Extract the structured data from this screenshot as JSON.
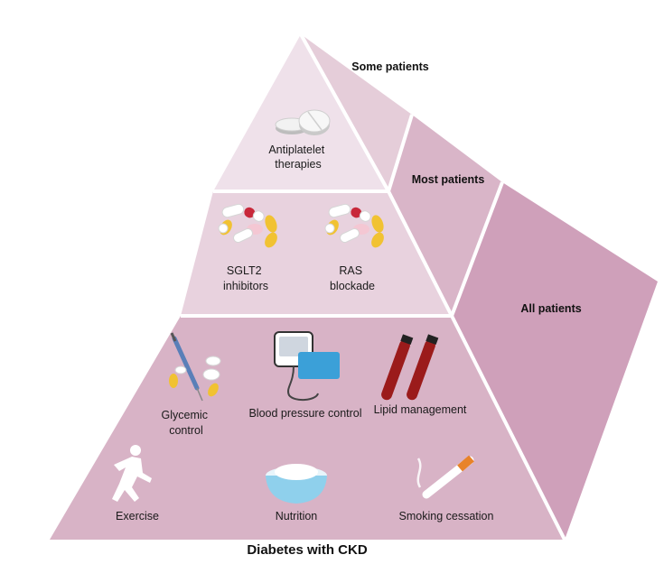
{
  "tiers": {
    "top": {
      "item_lines": [
        "Antiplatelet",
        "therapies"
      ]
    },
    "middle": {
      "sglt2_lines": [
        "SGLT2",
        "inhibitors"
      ],
      "ras_lines": [
        "RAS",
        "blockade"
      ]
    },
    "bottom": {
      "glycemic_lines": [
        "Glycemic",
        "control"
      ],
      "bp": "Blood pressure control",
      "lipid": "Lipid management",
      "exercise": "Exercise",
      "nutrition": "Nutrition",
      "smoking": "Smoking cessation"
    }
  },
  "side_labels": {
    "some": "Some patients",
    "most": "Most patients",
    "all": "All patients"
  },
  "footer": {
    "title": "Diabetes with CKD"
  },
  "colors": {
    "top_tier": "#efe1ea",
    "middle_tier": "#e8d2de",
    "bottom_tier": "#d8b3c6",
    "side_some": "#e5cdd9",
    "side_most": "#d9b5c8",
    "side_all": "#cfa0ba",
    "divider": "#ffffff"
  },
  "icons": [
    "pill-icon",
    "capsules-icon",
    "syringe-icon",
    "blood-pressure-monitor-icon",
    "blood-tube-icon",
    "running-person-icon",
    "bowl-icon",
    "cigarette-icon"
  ]
}
